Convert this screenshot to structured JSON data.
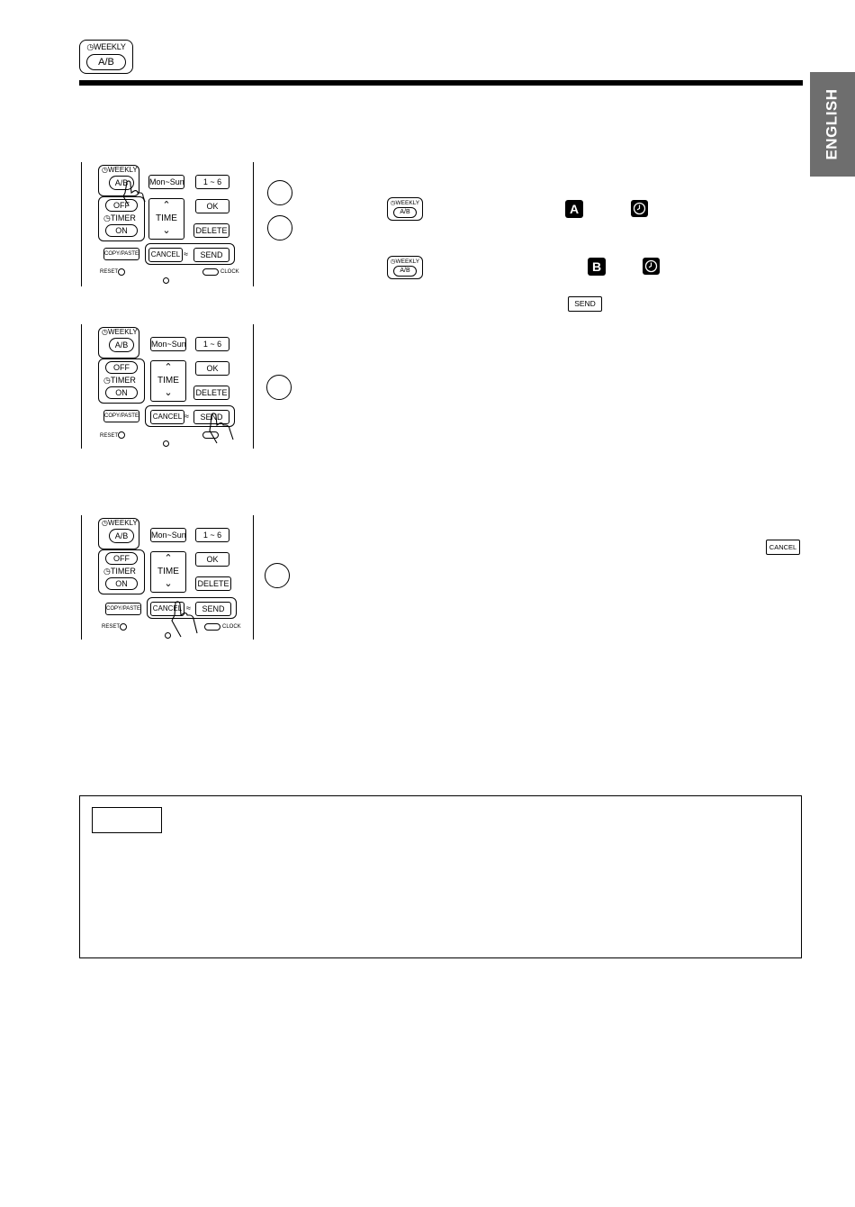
{
  "header": {
    "weekly_label": "WEEKLY",
    "ab_label": "A/B"
  },
  "language_tab": "ENGLISH",
  "remote": {
    "weekly": "WEEKLY",
    "ab": "A/B",
    "mon_sun": "Mon~Sun",
    "one_six": "1 ~ 6",
    "off": "OFF",
    "timer": "TIMER",
    "on": "ON",
    "time": "TIME",
    "ok": "OK",
    "delete": "DELETE",
    "copy_paste": "COPY/PASTE",
    "cancel": "CANCEL",
    "send": "SEND",
    "reset": "RESET",
    "clock": "CLOCK"
  },
  "icons": {
    "weekly": "WEEKLY",
    "ab": "A/B",
    "letter_a": "A",
    "letter_b": "B",
    "send": "SEND",
    "cancel": "CANCEL"
  }
}
